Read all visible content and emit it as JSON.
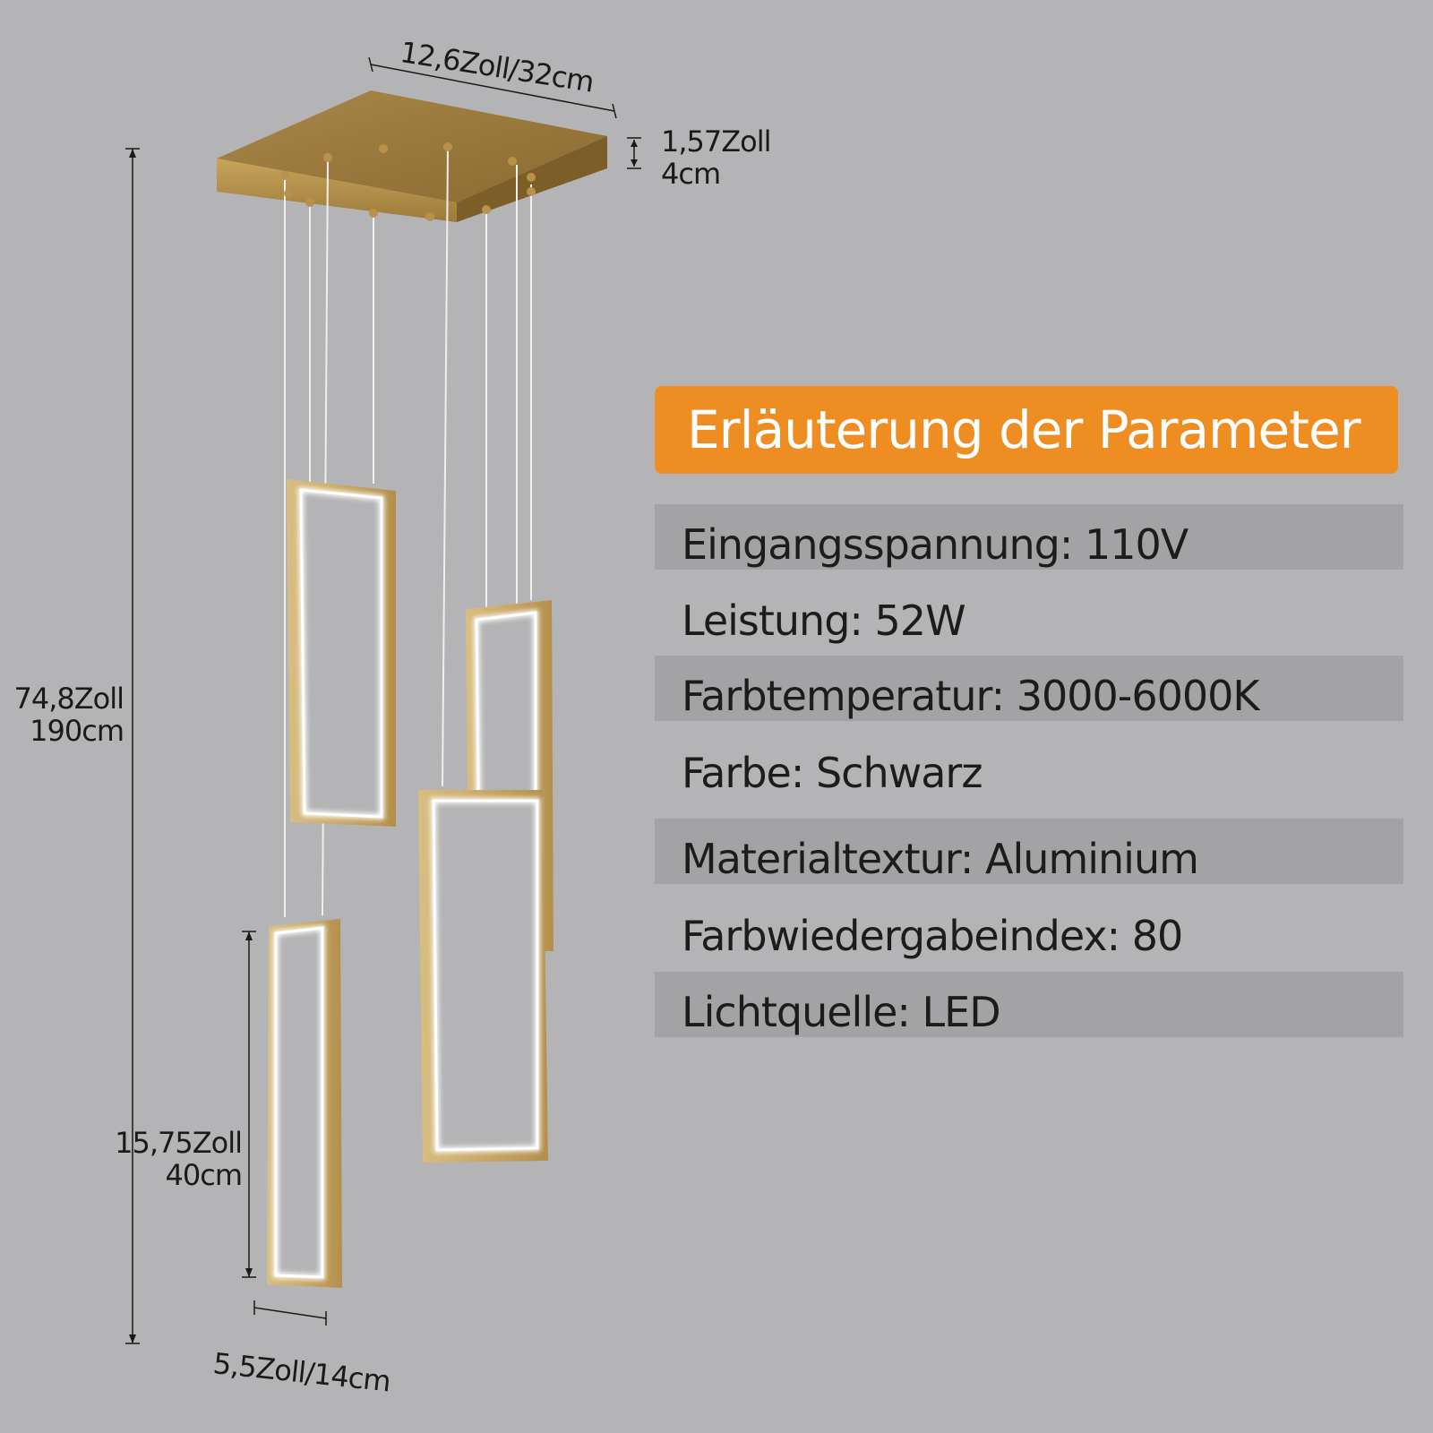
{
  "dimensions": {
    "canopy_width": "12,6Zoll/32cm",
    "canopy_height_line1": "1,57Zoll",
    "canopy_height_line2": "4cm",
    "total_height_line1": "74,8Zoll",
    "total_height_line2": "190cm",
    "frame_height_line1": "15,75Zoll",
    "frame_height_line2": "40cm",
    "frame_width": "5,5Zoll/14cm"
  },
  "parameters": {
    "title": "Erläuterung der Parameter",
    "rows": [
      "Eingangsspannung: 110V",
      "Leistung: 52W",
      "Farbtemperatur: 3000-6000K",
      "Farbe: Schwarz",
      "Materialtextur: Aluminium",
      "Farbwiedergabeindex: 80",
      "Lichtquelle: LED"
    ]
  },
  "colors": {
    "background": "#b4b4b6",
    "accent": "#ee8e22",
    "row_shade": "#a3a3a5",
    "gold": "#c8a45a"
  }
}
